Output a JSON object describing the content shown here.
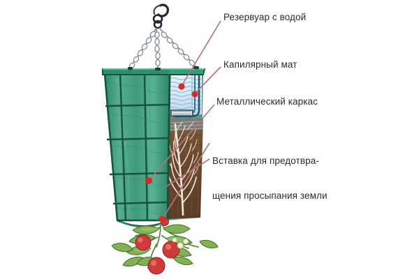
{
  "diagram": {
    "subject": "Подвесной контейнер для выращивания томатов с автополивом",
    "labels": [
      {
        "id": "reservoir",
        "text": "Резервуар с водой",
        "color": "#2b2b2b"
      },
      {
        "id": "mat",
        "text": "Капилярный мат",
        "color": "#2b2b2b"
      },
      {
        "id": "frame",
        "text": "Металлический каркас",
        "color": "#2b2b2b"
      },
      {
        "id": "insert_line1",
        "text": "Вставка для предотвра-",
        "color": "#2b2b2b"
      },
      {
        "id": "insert_line2",
        "text": "щения просыпания земли",
        "color": "#2b2b2b"
      }
    ],
    "leader_line_color": "#b4737f",
    "marker_color": "#d42a2a",
    "parts": {
      "hook": "ceiling-hook",
      "chain": "suspension-chain",
      "bag": "green-grow-bag",
      "frame": "metal-grid-frame",
      "water": "water-reservoir",
      "mat": "capillary-mat",
      "soil": "soil-with-roots",
      "plant": "tomato-plant"
    },
    "colors": {
      "bag_green": "#46a184",
      "bag_green_dark": "#1d6b4e",
      "frame_dark": "#14543c",
      "water_blue": "#cfe4f2",
      "water_line": "#7fb6d8",
      "soil_brown": "#6d4a2f",
      "soil_brown_light": "#8a6240",
      "root_white": "#f3ece0",
      "leaf_green": "#74a84c",
      "leaf_green_dark": "#3e7029",
      "tomato_red": "#cf3b3b",
      "chain_gray": "#8f9aa3",
      "hook_dark": "#2a2f33"
    }
  }
}
